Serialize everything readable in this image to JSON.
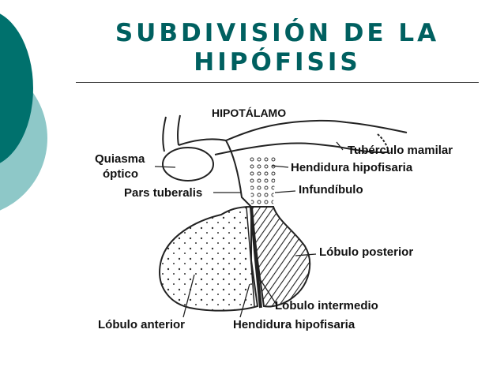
{
  "slide": {
    "title_line1": "SUBDIVISIÓN DE LA",
    "title_line2": "HIPÓFISIS",
    "accent_colors": {
      "dark_teal": "#00716d",
      "light_teal": "#8ec8c8",
      "title": "#006060"
    }
  },
  "diagram": {
    "labels": {
      "hipotalamo": "HIPOTÁLAMO",
      "quiasma_line1": "Quiasma",
      "quiasma_line2": "óptico",
      "pars_tuberalis": "Pars tuberalis",
      "tuberculo_mamilar": "Tubérculo mamilar",
      "hendidura_top": "Hendidura hipofisaria",
      "infundibulo": "Infundíbulo",
      "lobulo_posterior": "Lóbulo posterior",
      "lobulo_intermedio": "Lóbulo intermedio",
      "lobulo_anterior": "Lóbulo anterior",
      "hendidura_bottom": "Hendidura hipofisaria"
    }
  }
}
